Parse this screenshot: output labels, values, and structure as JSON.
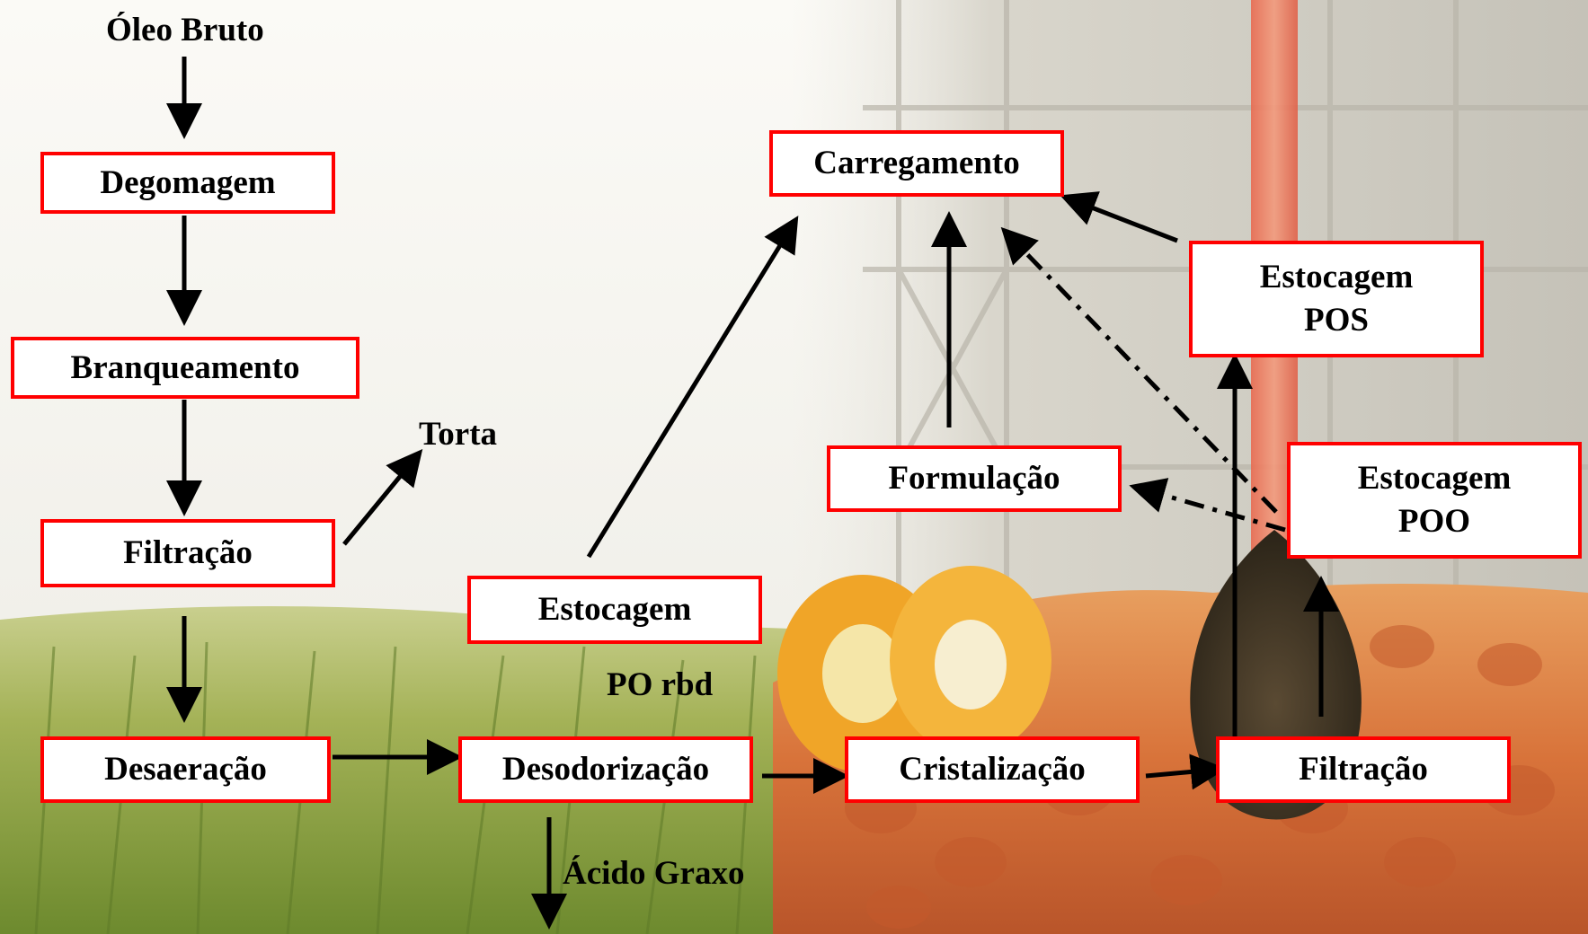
{
  "nodes": {
    "oleo_bruto": "Óleo Bruto",
    "degomagem": "Degomagem",
    "branqueamento": "Branqueamento",
    "filtracao_1": "Filtração",
    "torta": "Torta",
    "desaeracao": "Desaeração",
    "desodorizacao": "Desodorização",
    "acido_graxo": "Ácido Graxo",
    "estocagem": "Estocagem",
    "po_rbd": "PO rbd",
    "carregamento": "Carregamento",
    "cristalizacao": "Cristalização",
    "filtracao_2": "Filtração",
    "formulacao": "Formulação",
    "estocagem_pos": [
      "Estocagem",
      "POS"
    ],
    "estocagem_poo": [
      "Estocagem",
      "POO"
    ]
  },
  "colors": {
    "box_border": "#ff0000",
    "box_fill": "#ffffff",
    "text": "#000000",
    "arrow": "#000000"
  },
  "edges": [
    {
      "from": "oleo_bruto",
      "to": "degomagem",
      "style": "solid"
    },
    {
      "from": "degomagem",
      "to": "branqueamento",
      "style": "solid"
    },
    {
      "from": "branqueamento",
      "to": "filtracao_1",
      "style": "solid"
    },
    {
      "from": "filtracao_1",
      "to": "torta",
      "style": "solid"
    },
    {
      "from": "filtracao_1",
      "to": "desaeracao",
      "style": "solid"
    },
    {
      "from": "desaeracao",
      "to": "desodorizacao",
      "style": "solid"
    },
    {
      "from": "desodorizacao",
      "to": "acido_graxo",
      "style": "solid"
    },
    {
      "from": "estocagem",
      "to": "carregamento",
      "style": "solid"
    },
    {
      "from": "desodorizacao",
      "to": "cristalizacao",
      "style": "solid"
    },
    {
      "from": "cristalizacao",
      "to": "filtracao_2",
      "style": "solid"
    },
    {
      "from": "filtracao_2",
      "to": "estocagem_pos",
      "style": "solid"
    },
    {
      "from": "filtracao_2",
      "to": "estocagem_poo",
      "style": "solid"
    },
    {
      "from": "estocagem_pos",
      "to": "carregamento",
      "style": "solid"
    },
    {
      "from": "formulacao",
      "to": "carregamento",
      "style": "solid"
    },
    {
      "from": "estocagem_poo",
      "to": "formulacao",
      "style": "dash-dot"
    },
    {
      "from": "estocagem_poo",
      "to": "carregamento",
      "style": "dash-dot"
    }
  ]
}
